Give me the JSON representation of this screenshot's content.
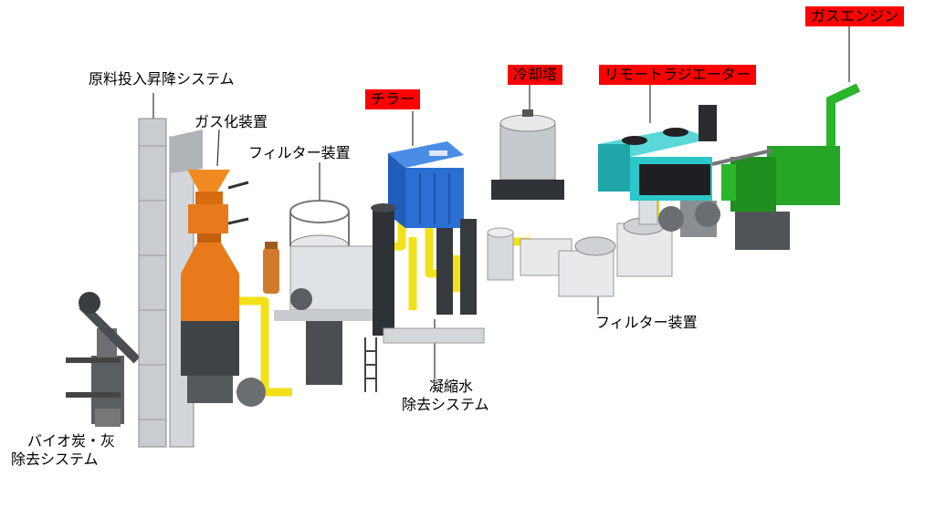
{
  "labels": {
    "feed_lift": "原料投入昇降システム",
    "gasifier": "ガス化装置",
    "filter_1": "フィルター装置",
    "chiller": "チラー",
    "cooling_tower": "冷却塔",
    "remote_radiator": "リモートラジエーター",
    "gas_engine": "ガスエンジン",
    "filter_2": "フィルター装置",
    "condensate_line1": "凝縮水",
    "condensate_line2": "除去システム",
    "biochar_line1": "バイオ炭・灰",
    "biochar_line2": "除去システム"
  },
  "colors": {
    "highlight": "#ff0000",
    "gasifier_orange": "#e87a1c",
    "pipe_yellow": "#f2e01a",
    "chiller_blue": "#2a6fd1",
    "radiator_cyan": "#2cc7c9",
    "engine_green": "#2bb52b",
    "steel_gray": "#b9bcc0",
    "dark_gray": "#3f4246"
  }
}
